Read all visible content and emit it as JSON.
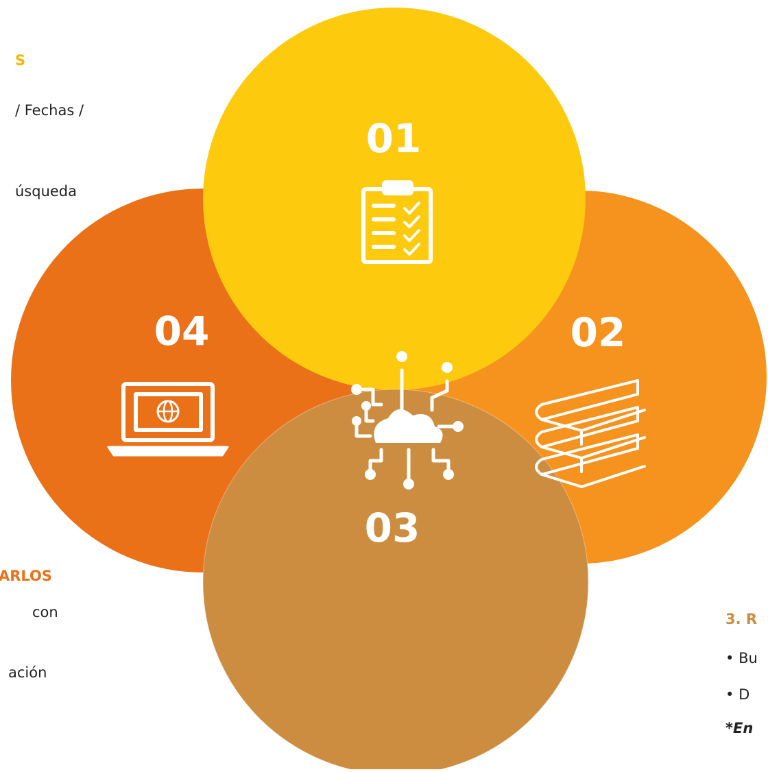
{
  "colors": {
    "circle_01": "#FDCA0E",
    "circle_02": "#F6931F",
    "circle_03": "#CD8D40",
    "circle_04": "#EB7119",
    "heading_yellow": "#F5B800",
    "heading_orange": "#EB7119",
    "heading_tan": "#CD8D40",
    "text": "#222222"
  },
  "circles": [
    {
      "number": "01",
      "icon": "clipboard-checklist-icon"
    },
    {
      "number": "02",
      "icon": "books-stack-icon"
    },
    {
      "number": "03",
      "icon": "cloud-network-icon"
    },
    {
      "number": "04",
      "icon": "laptop-globe-icon"
    }
  ],
  "side_text": {
    "top_left_heading": "S",
    "top_left_line1": "/ Fechas /",
    "top_left_line2": "úsqueda",
    "bottom_left_heading": "ARLOS",
    "bottom_left_line1": "con",
    "bottom_left_line2": "ación",
    "right_heading": "3. R",
    "right_bullet1": "Bu",
    "right_bullet2": "D",
    "right_note": "*En"
  }
}
